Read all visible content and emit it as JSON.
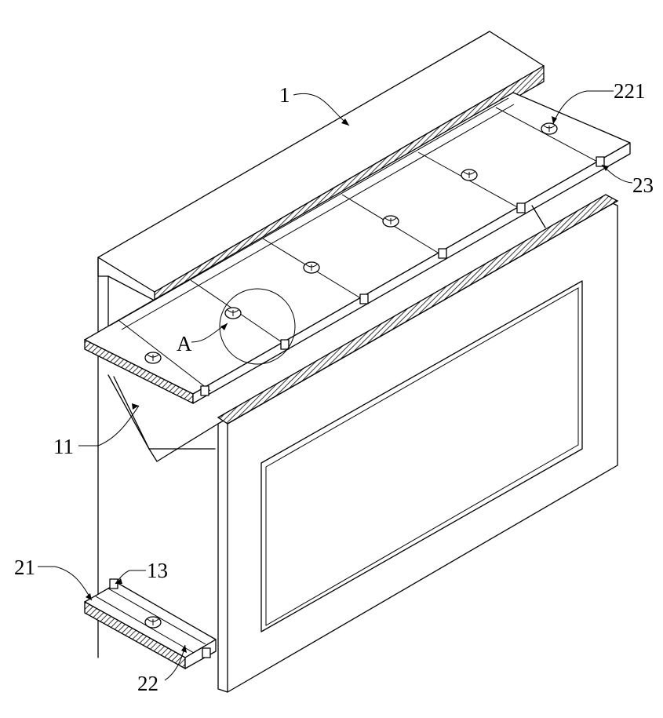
{
  "figure": {
    "labels": {
      "main_body": "1",
      "inner_cavity": "11",
      "slot": "13",
      "lower_plate": "21",
      "slide_strip": "22",
      "screw_hole": "221",
      "pin": "23",
      "detail_mark": "A"
    }
  }
}
